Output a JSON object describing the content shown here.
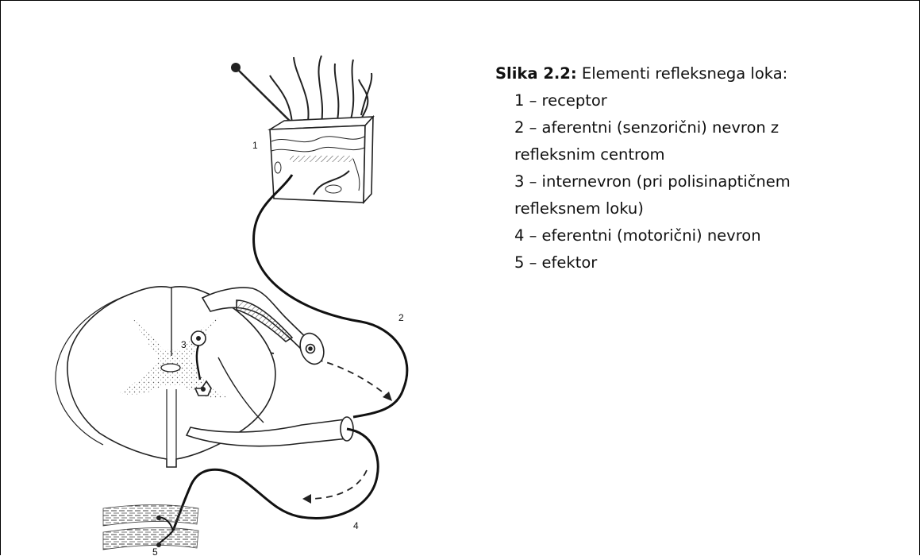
{
  "figure": {
    "caption_label": "Slika 2.2:",
    "caption_text": " Elementi refleksnega loka:",
    "items": [
      "1 – receptor",
      "2 – aferentni (senzorični) nevron z",
      "refleksnim centrom",
      "3 – internevron (pri polisinaptičnem",
      "refleksnem loku)",
      "4 – eferentni (motorični) nevron",
      "5 – efektor"
    ],
    "diagram_labels": {
      "l1": "1",
      "l2": "2",
      "l3": "3",
      "l4": "4",
      "l5": "5"
    }
  }
}
